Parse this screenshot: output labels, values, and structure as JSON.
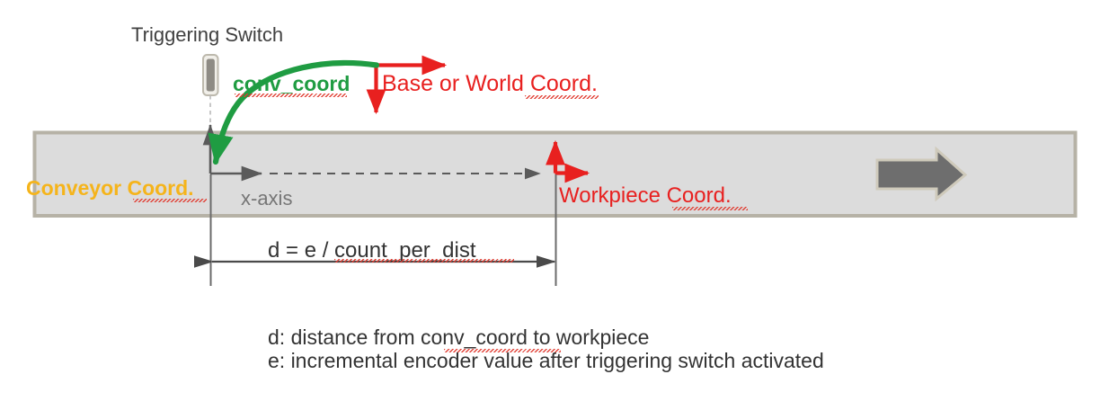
{
  "diagram": {
    "title_alt": "Conveyor tracking coordinate frames diagram",
    "colors": {
      "green": "#1f9c42",
      "red": "#e8201f",
      "orange": "#f5b41b",
      "gray_text": "#404040",
      "axis_gray": "#5a5a5a",
      "belt_fill": "#dcdcdc",
      "belt_border": "#b6b2a6",
      "belt_arrow": "#6e6e6e",
      "spellcheck_underline": "#e03c31"
    },
    "labels": {
      "triggering_switch": "Triggering Switch",
      "conv_coord": "conv_coord",
      "base_or_world_coord": "Base or World Coord.",
      "conveyor_coord": "Conveyor Coord.",
      "x_axis": "x-axis",
      "workpiece_coord": "Workpiece Coord.",
      "dimension_formula": "d = e / count_per_dist"
    },
    "notes": [
      "d: distance from conv_coord to workpiece",
      "e: incremental encoder value after triggering switch activated"
    ],
    "elements": {
      "conveyor_belt": "conveyor-belt-rectangle",
      "belt_direction_arrow": "belt-direction-arrow",
      "trigger_switch_body": "trigger-switch-sensor",
      "trigger_dashed_line": "trigger-drop-line",
      "conveyor_frame_axes": "conveyor-coordinate-axes",
      "base_frame_axes": "base-coordinate-axes",
      "workpiece_frame_axes": "workpiece-coordinate-axes",
      "transform_arrow": "base-to-conveyor-transform-arrow",
      "travel_dashed_path": "workpiece-travel-path",
      "dimension_line": "distance-dimension-line"
    }
  }
}
